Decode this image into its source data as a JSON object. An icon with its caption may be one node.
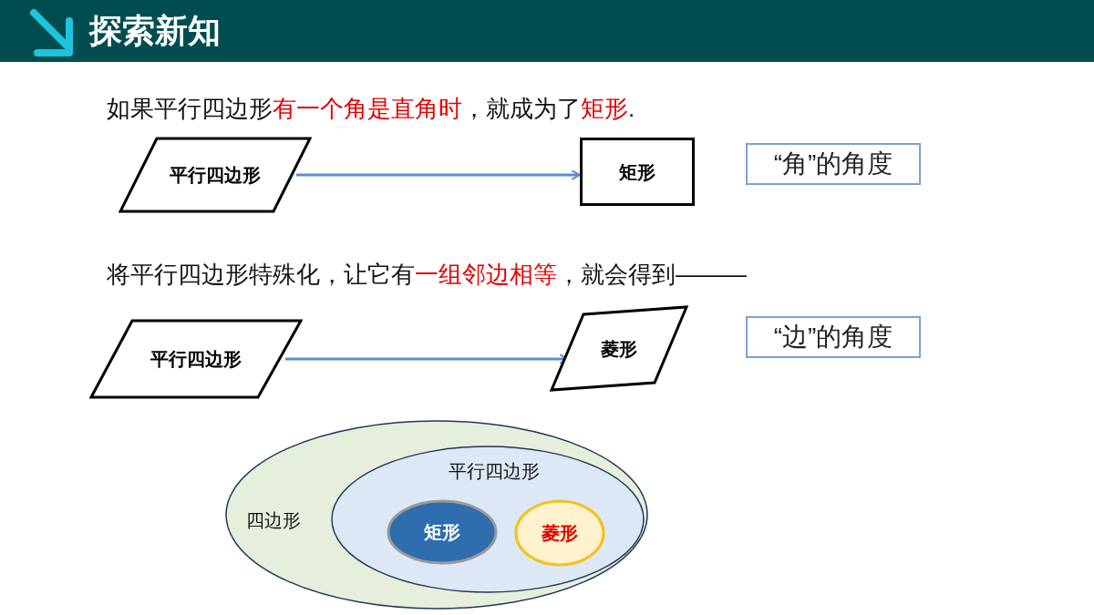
{
  "diagram": {
    "title": "探索新知",
    "nodes": [
      {
        "text": [
          "平行四边形"
        ]
      },
      {
        "text": [
          "矩形"
        ]
      },
      {
        "text": [
          "“角”的角度"
        ]
      },
      {
        "text": [
          "平行四边形"
        ]
      },
      {
        "text": [
          "菱形"
        ]
      },
      {
        "text": [
          "“边”的角度"
        ]
      },
      {
        "text": [
          "四边形"
        ]
      },
      {
        "text": [
          "平行四边形"
        ],
        "in": 6
      },
      {
        "text": [
          "矩形"
        ],
        "in": 7
      },
      {
        "text": [
          "菱形"
        ],
        "in": 7
      }
    ],
    "edges": [
      {
        "from": 0,
        "to": 1,
        "arrow": "to"
      },
      {
        "from": 3,
        "to": 4,
        "arrow": "to"
      }
    ],
    "labels": [
      "如果平行四边形**有一个角是直角时**，就成为了**矩形**.",
      "将平行四边形特殊化，让它有**一组邻边相等**，就会得到———"
    ]
  }
}
